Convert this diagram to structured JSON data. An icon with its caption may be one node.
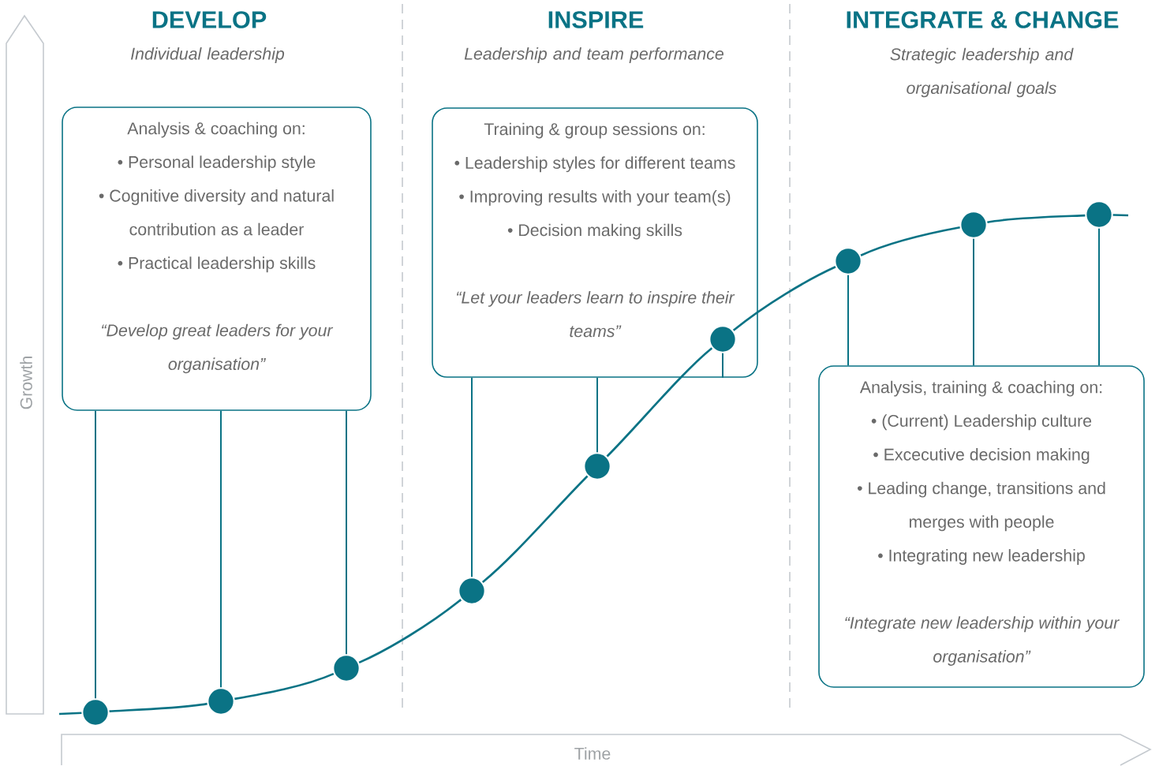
{
  "diagram": {
    "nodes": [
      {
        "text": [
          "Analysis & coaching on:",
          "• Personal leadership style",
          "• Cognitive diversity and natural contribution as a leader",
          "• Practical leadership skills",
          "“Develop great leaders for your organisation”"
        ]
      },
      {
        "text": [
          "Training & group sessions on:",
          "• Leadership styles for different teams",
          "• Improving results with your team(s)",
          "• Decision making skills",
          "“Let your leaders learn to inspire their teams”"
        ]
      },
      {
        "text": [
          "Analysis, training & coaching on:",
          "• (Current) Leadership culture",
          "• Excecutive decision making",
          "• Leading change, transitions and merges with people",
          "• Integrating new leadership",
          "“Integrate new leadership within your organisation”"
        ]
      },
      {
        "text": [],
        "shape": "circle"
      },
      {
        "text": [],
        "shape": "circle"
      },
      {
        "text": [],
        "shape": "circle"
      },
      {
        "text": [],
        "shape": "circle"
      },
      {
        "text": [],
        "shape": "circle"
      },
      {
        "text": [],
        "shape": "circle",
        "in": 1
      },
      {
        "text": [],
        "shape": "circle"
      },
      {
        "text": [],
        "shape": "circle"
      },
      {
        "text": [],
        "shape": "circle"
      }
    ],
    "edges": [
      {
        "from": 0,
        "to": 3,
        "arrow": "none"
      },
      {
        "from": 0,
        "to": 4,
        "arrow": "none"
      },
      {
        "from": 0,
        "to": 5,
        "arrow": "none"
      },
      {
        "from": 1,
        "to": 6,
        "arrow": "none"
      },
      {
        "from": 1,
        "to": 7,
        "arrow": "none"
      },
      {
        "from": 1,
        "to": 8,
        "arrow": "none"
      },
      {
        "from": 2,
        "to": 9,
        "arrow": "none"
      },
      {
        "from": 2,
        "to": 10,
        "arrow": "none"
      },
      {
        "from": 2,
        "to": 11,
        "arrow": "none"
      },
      {
        "from": 3,
        "to": 4,
        "arrow": "none"
      },
      {
        "from": 4,
        "to": 5,
        "arrow": "none"
      },
      {
        "from": 5,
        "to": 6,
        "arrow": "none"
      },
      {
        "from": 6,
        "to": 7,
        "arrow": "none"
      },
      {
        "from": 7,
        "to": 8,
        "arrow": "none"
      },
      {
        "from": 8,
        "to": 9,
        "arrow": "none"
      },
      {
        "from": 9,
        "to": 10,
        "arrow": "none"
      },
      {
        "from": 10,
        "to": 11,
        "arrow": "none"
      }
    ],
    "labels": [
      "DEVELOP",
      "Individual leadership",
      "INSPIRE",
      "Leadership and team performance",
      "INTEGRATE & CHANGE",
      "Strategic leadership and organisational goals",
      "Growth",
      "Time"
    ]
  }
}
